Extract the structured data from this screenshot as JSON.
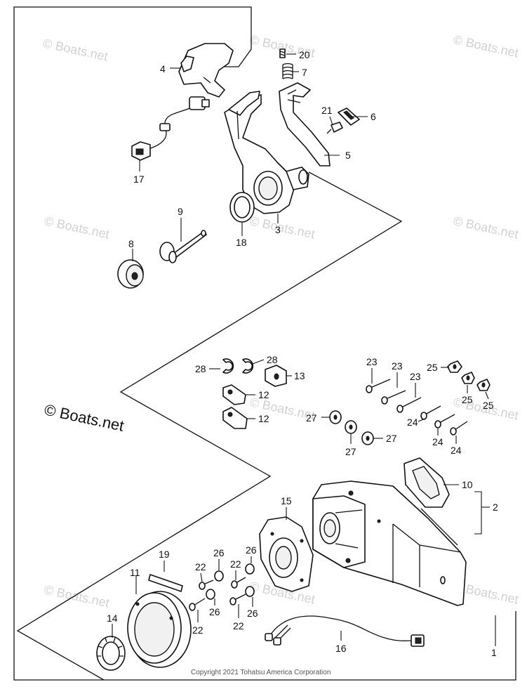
{
  "diagram": {
    "brand_label": "© Boats.net",
    "watermark_text": "© Boats.net",
    "copyright": "Copyright 2021 Tohatsu America Corporation",
    "callouts": {
      "c1": "1",
      "c2": "2",
      "c3": "3",
      "c4": "4",
      "c5": "5",
      "c6": "6",
      "c7": "7",
      "c8": "8",
      "c9": "9",
      "c10": "10",
      "c11": "11",
      "c12a": "12",
      "c12b": "12",
      "c13": "13",
      "c14": "14",
      "c15": "15",
      "c16": "16",
      "c17": "17",
      "c18": "18",
      "c19": "19",
      "c20": "20",
      "c21": "21",
      "c22a": "22",
      "c22b": "22",
      "c22c": "22",
      "c22d": "22",
      "c23a": "23",
      "c23b": "23",
      "c23c": "23",
      "c24a": "24",
      "c24b": "24",
      "c24c": "24",
      "c25a": "25",
      "c25b": "25",
      "c25c": "25",
      "c26a": "26",
      "c26b": "26",
      "c26c": "26",
      "c26d": "26",
      "c27a": "27",
      "c27b": "27",
      "c27c": "27",
      "c28a": "28",
      "c28b": "28"
    }
  }
}
